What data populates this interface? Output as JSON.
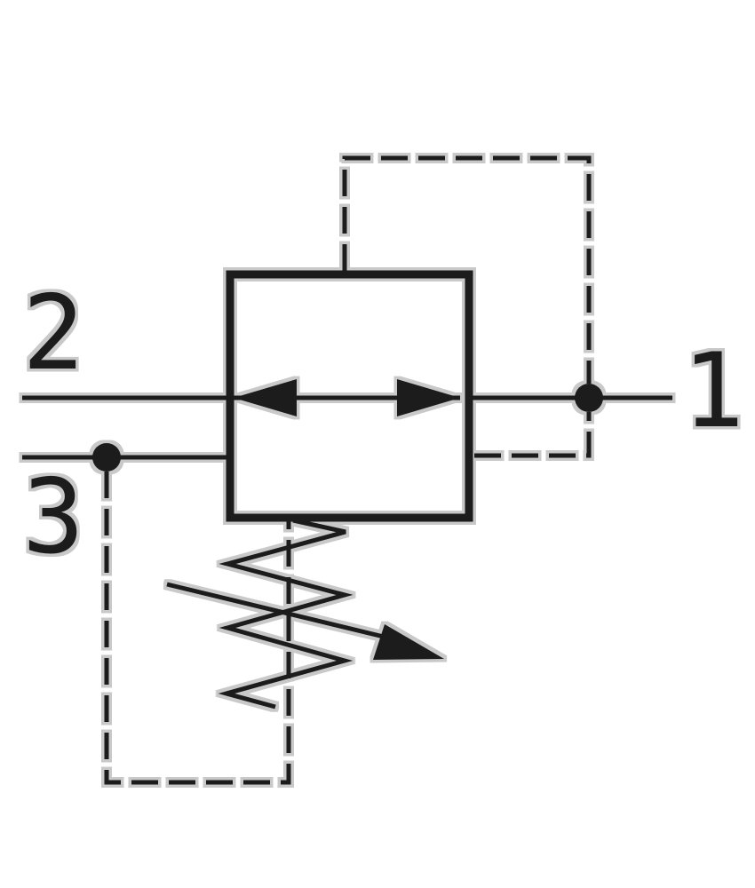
{
  "schematic": {
    "ports": {
      "p1": {
        "label": "1"
      },
      "p2": {
        "label": "2"
      },
      "p3": {
        "label": "3"
      }
    },
    "components": [
      "valve-envelope",
      "bidirectional-flow-arrows",
      "adjustable-spring",
      "adjustment-arrow",
      "pilot-line-top",
      "pilot-line-right",
      "drain-line",
      "junction-dot-port1",
      "junction-dot-port3"
    ]
  },
  "colors": {
    "ink": "#1c1c1c",
    "halo": "#c9c9c9",
    "background": "#ffffff"
  }
}
